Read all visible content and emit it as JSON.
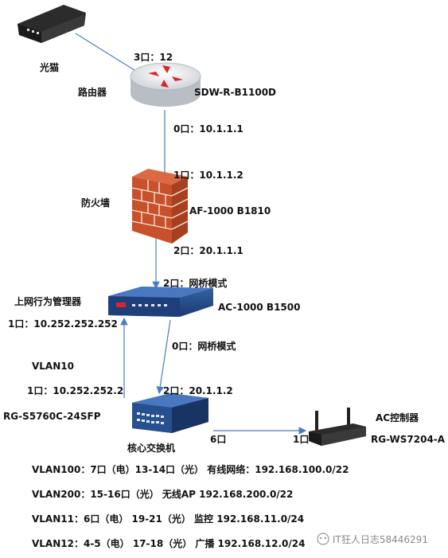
{
  "devices": {
    "modem": {
      "name": "光猫"
    },
    "router": {
      "name": "路由器",
      "model": "SDW-R-B1100D",
      "port_up": "3口：12",
      "port_down": "0口：10.1.1.1"
    },
    "firewall": {
      "name": "防火墙",
      "model": "AF-1000 B1810",
      "port_up": "1口：10.1.1.2",
      "port_down": "2口：20.1.1.1"
    },
    "behavior_manager": {
      "name": "上网行为管理器",
      "model": "AC-1000 B1500",
      "port_up": "2口：网桥模式",
      "port_down": "0口：网桥模式",
      "port_mgmt": "1口：10.252.252.252"
    },
    "core_switch": {
      "name": "核心交换机",
      "model": "RG-S5760C-24SFP",
      "vlan": "VLAN10",
      "port_mgmt": "1口：10.252.252.2",
      "port_up": "2口：20.1.1.2",
      "port_ac": "6口"
    },
    "ac_controller": {
      "name": "AC控制器",
      "model": "RG-WS7204-A",
      "port": "1口"
    }
  },
  "vlans": [
    {
      "text": "VLAN100：7口（电）13-14口（光）  有线网络：192.168.100.0/22"
    },
    {
      "text": "VLAN200：15-16口（光）  无线AP  192.168.200.0/22"
    },
    {
      "text": "VLAN11：6口（电）  19-21（光）  监控  192.168.11.0/24"
    },
    {
      "text": "VLAN12：4-5（电）  17-18（光）  广播  192.168.12.0/24"
    }
  ],
  "watermark": "IT狂人日志58446291",
  "colors": {
    "line": "#4a7cc0",
    "brick": "#c8502a",
    "device_blue": "#1f3f7a"
  }
}
